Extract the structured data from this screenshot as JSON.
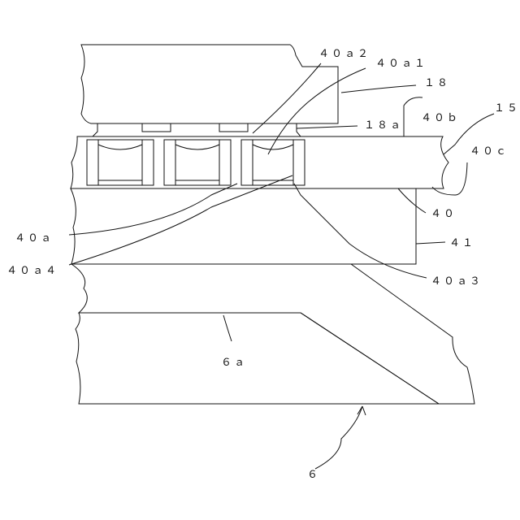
{
  "labels": {
    "r40a2": "４０ａ２",
    "r40a1": "４０ａ１",
    "r18": "１８",
    "r15": "１５",
    "r40b": "４０ｂ",
    "r18a": "１８ａ",
    "r40c": "４０ｃ",
    "r40": "４０",
    "r40a": "４０ａ",
    "r41": "４１",
    "r40a4": "４０ａ４",
    "r40a3": "４０ａ３",
    "r6a": "６ａ",
    "r6": "６"
  }
}
